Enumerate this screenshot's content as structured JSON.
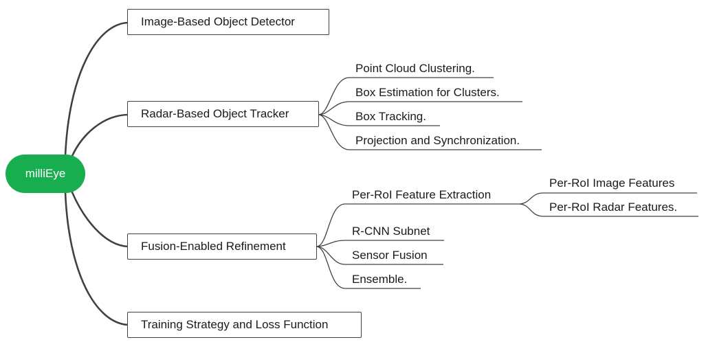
{
  "colors": {
    "root_fill": "#18ad4f",
    "line": "#404040"
  },
  "root": {
    "label": "milliEye"
  },
  "branches": [
    {
      "label": "Image-Based Object Detector",
      "children": []
    },
    {
      "label": "Radar-Based Object Tracker",
      "children": [
        {
          "label": "Point Cloud Clustering."
        },
        {
          "label": "Box Estimation for Clusters."
        },
        {
          "label": "Box Tracking."
        },
        {
          "label": "Projection and Synchronization."
        }
      ]
    },
    {
      "label": "Fusion-Enabled Refinement",
      "children": [
        {
          "label": "Per-RoI Feature Extraction",
          "children": [
            {
              "label": "Per-RoI Image Features"
            },
            {
              "label": "Per-RoI Radar Features."
            }
          ]
        },
        {
          "label": "R-CNN Subnet"
        },
        {
          "label": "Sensor Fusion"
        },
        {
          "label": "Ensemble."
        }
      ]
    },
    {
      "label": "Training Strategy and Loss Function",
      "children": []
    }
  ]
}
